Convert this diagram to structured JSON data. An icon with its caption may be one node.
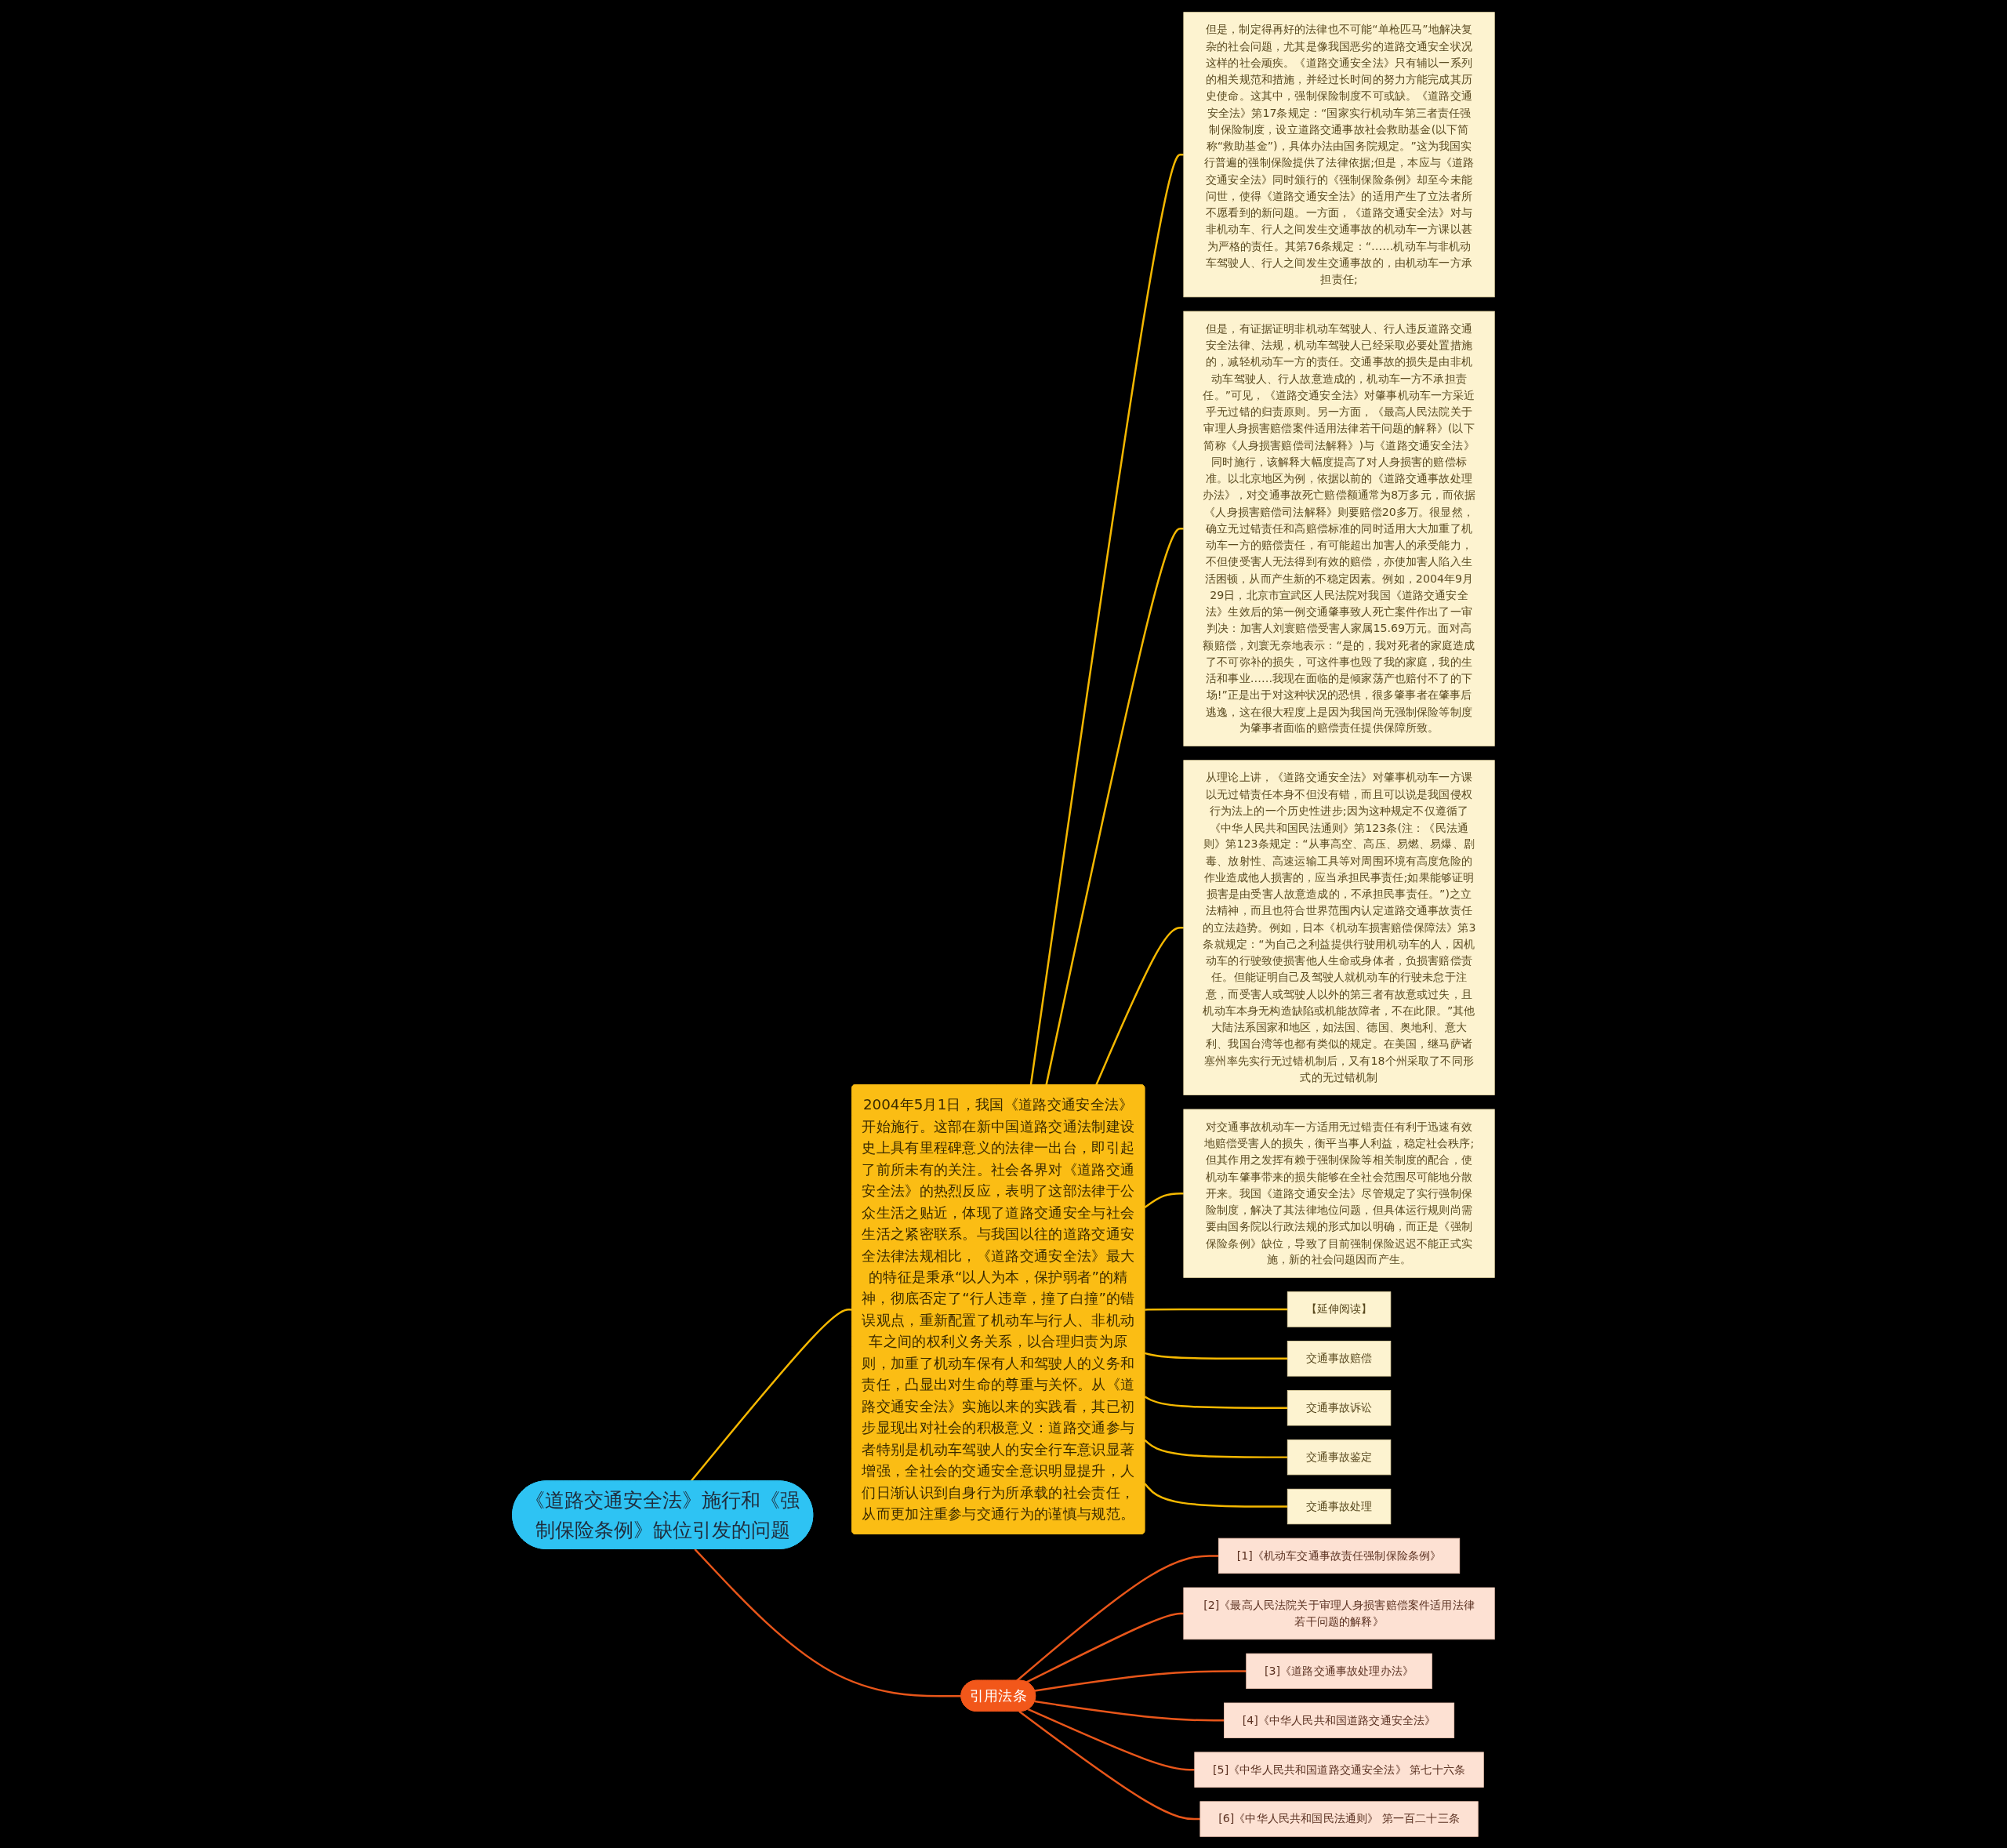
{
  "diagram": {
    "nodes": [
      {
        "text": [
          "《道路交通安全法》施行和《强制保险条例》缺位引发的问题"
        ]
      },
      {
        "text": [
          "2004年5月1日，我国《道路交通安全法》开始施行。这部在新中国道路交通法制建设史上具有里程碑意义的法律一出台，即引起了前所未有的关注。社会各界对《道路交通安全法》的热烈反应，表明了这部法律于公众生活之贴近，体现了道路交通安全与社会生活之紧密联系。与我国以往的道路交通安全法律法规相比，《道路交通安全法》最大的特征是秉承“以人为本，保护弱者”的精神，彻底否定了“行人违章，撞了白撞”的错误观点，重新配置了机动车与行人、非机动车之间的权利义务关系，以合理归责为原则，加重了机动车保有人和驾驶人的义务和责任，凸显出对生命的尊重与关怀。从《道路交通安全法》实施以来的实践看，其已初步显现出对社会的积极意义：道路交通参与者特别是机动车驾驶人的安全行车意识显著增强，全社会的交通安全意识明显提升，人们日渐认识到自身行为所承载的社会责任，从而更加注重参与交通行为的谨慎与规范。"
        ]
      },
      {
        "text": [
          "但是，制定得再好的法律也不可能“单枪匹马”地解决复杂的社会问题，尤其是像我国恶劣的道路交通安全状况这样的社会顽疾。《道路交通安全法》只有辅以一系列的相关规范和措施，并经过长时间的努力方能完成其历史使命。这其中，强制保险制度不可或缺。《道路交通安全法》第17条规定：“国家实行机动车第三者责任强制保险制度，设立道路交通事故社会救助基金(以下简称“救助基金”)，具体办法由国务院规定。”这为我国实行普遍的强制保险提供了法律依据;但是，本应与《道路交通安全法》同时颁行的《强制保险条例》却至今未能问世，使得《道路交通安全法》的适用产生了立法者所不愿看到的新问题。一方面，《道路交通安全法》对与非机动车、行人之间发生交通事故的机动车一方课以甚为严格的责任。其第76条规定：“……机动车与非机动车驾驶人、行人之间发生交通事故的，由机动车一方承担责任;"
        ]
      },
      {
        "text": [
          "但是，有证据证明非机动车驾驶人、行人违反道路交通安全法律、法规，机动车驾驶人已经采取必要处置措施的，减轻机动车一方的责任。交通事故的损失是由非机动车驾驶人、行人故意造成的，机动车一方不承担责任。”可见，《道路交通安全法》对肇事机动车一方采近乎无过错的归责原则。另一方面，《最高人民法院关于审理人身损害赔偿案件适用法律若干问题的解释》(以下简称《人身损害赔偿司法解释》)与《道路交通安全法》同时施行，该解释大幅度提高了对人身损害的赔偿标准。以北京地区为例，依据以前的《道路交通事故处理办法》，对交通事故死亡赔偿额通常为8万多元，而依据《人身损害赔偿司法解释》则要赔偿20多万。很显然，确立无过错责任和高赔偿标准的同时适用大大加重了机动车一方的赔偿责任，有可能超出加害人的承受能力，不但使受害人无法得到有效的赔偿，亦使加害人陷入生活困顿，从而产生新的不稳定因素。例如，2004年9月29日，北京市宣武区人民法院对我国《道路交通安全法》生效后的第一例交通肇事致人死亡案件作出了一审判决：加害人刘寰赔偿受害人家属15.69万元。面对高额赔偿，刘寰无奈地表示：“是的，我对死者的家庭造成了不可弥补的损失，可这件事也毁了我的家庭，我的生活和事业……我现在面临的是倾家荡产也赔付不了的下场!”正是出于对这种状况的恐惧，很多肇事者在肇事后逃逸，这在很大程度上是因为我国尚无强制保险等制度为肇事者面临的赔偿责任提供保障所致。"
        ]
      },
      {
        "text": [
          "从理论上讲，《道路交通安全法》对肇事机动车一方课以无过错责任本身不但没有错，而且可以说是我国侵权行为法上的一个历史性进步;因为这种规定不仅遵循了《中华人民共和国民法通则》第123条(注：《民法通则》第123条规定：“从事高空、高压、易燃、易爆、剧毒、放射性、高速运输工具等对周围环境有高度危险的作业造成他人损害的，应当承担民事责任;如果能够证明损害是由受害人故意造成的，不承担民事责任。”)之立法精神，而且也符合世界范围内认定道路交通事故责任的立法趋势。例如，日本《机动车损害赔偿保障法》第3条就规定：“为自己之利益提供行驶用机动车的人，因机动车的行驶致使损害他人生命或身体者，负损害赔偿责任。但能证明自己及驾驶人就机动车的行驶未怠于注意，而受害人或驾驶人以外的第三者有故意或过失，且机动车本身无构造缺陷或机能故障者，不在此限。”其他大陆法系国家和地区，如法国、德国、奥地利、意大利、我国台湾等也都有类似的规定。在美国，继马萨诸塞州率先实行无过错机制后，又有18个州采取了不同形式的无过错机制"
        ]
      },
      {
        "text": [
          "对交通事故机动车一方适用无过错责任有利于迅速有效地赔偿受害人的损失，衡平当事人利益，稳定社会秩序;但其作用之发挥有赖于强制保险等相关制度的配合，使机动车肇事带来的损失能够在全社会范围尽可能地分散开来。我国《道路交通安全法》尽管规定了实行强制保险制度，解决了其法律地位问题，但具体运行规则尚需要由国务院以行政法规的形式加以明确，而正是《强制保险条例》缺位，导致了目前强制保险迟迟不能正式实施，新的社会问题因而产生。"
        ]
      },
      {
        "text": [
          "【延伸阅读】"
        ]
      },
      {
        "text": [
          "交通事故赔偿"
        ]
      },
      {
        "text": [
          "交通事故诉讼"
        ]
      },
      {
        "text": [
          "交通事故鉴定"
        ]
      },
      {
        "text": [
          "交通事故处理"
        ]
      },
      {
        "text": [
          "引用法条"
        ]
      },
      {
        "text": [
          "[1]《机动车交通事故责任强制保险条例》"
        ]
      },
      {
        "text": [
          "[2]《最高人民法院关于审理人身损害赔偿案件适用法律若干问题的解释》"
        ]
      },
      {
        "text": [
          "[3]《道路交通事故处理办法》"
        ]
      },
      {
        "text": [
          "[4]《中华人民共和国道路交通安全法》"
        ]
      },
      {
        "text": [
          "[5]《中华人民共和国道路交通安全法》 第七十六条"
        ]
      },
      {
        "text": [
          "[6]《中华人民共和国民法通则》 第一百二十三条"
        ]
      }
    ],
    "edges": [
      {
        "from": 0,
        "to": 1,
        "arrow": "none"
      },
      {
        "from": 1,
        "to": 2,
        "arrow": "none"
      },
      {
        "from": 1,
        "to": 3,
        "arrow": "none"
      },
      {
        "from": 1,
        "to": 4,
        "arrow": "none"
      },
      {
        "from": 1,
        "to": 5,
        "arrow": "none"
      },
      {
        "from": 1,
        "to": 6,
        "arrow": "none"
      },
      {
        "from": 1,
        "to": 7,
        "arrow": "none"
      },
      {
        "from": 1,
        "to": 8,
        "arrow": "none"
      },
      {
        "from": 1,
        "to": 9,
        "arrow": "none"
      },
      {
        "from": 1,
        "to": 10,
        "arrow": "none"
      },
      {
        "from": 0,
        "to": 11,
        "arrow": "none",
        "color": "#e8561a"
      },
      {
        "from": 11,
        "to": 12,
        "arrow": "none",
        "color": "#e8561a"
      },
      {
        "from": 11,
        "to": 13,
        "arrow": "none",
        "color": "#e8561a"
      },
      {
        "from": 11,
        "to": 14,
        "arrow": "none",
        "color": "#e8561a"
      },
      {
        "from": 11,
        "to": 15,
        "arrow": "none",
        "color": "#e8561a"
      },
      {
        "from": 11,
        "to": 16,
        "arrow": "none",
        "color": "#e8561a"
      },
      {
        "from": 11,
        "to": 17,
        "arrow": "none",
        "color": "#e8561a"
      }
    ]
  }
}
